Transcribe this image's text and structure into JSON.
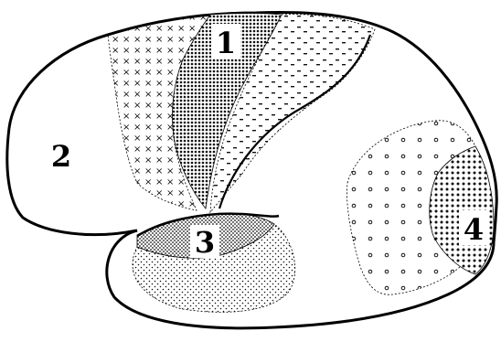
{
  "diagram": {
    "labels": {
      "area_1": "1",
      "area_2": "2",
      "area_3": "3",
      "area_4": "4"
    }
  }
}
